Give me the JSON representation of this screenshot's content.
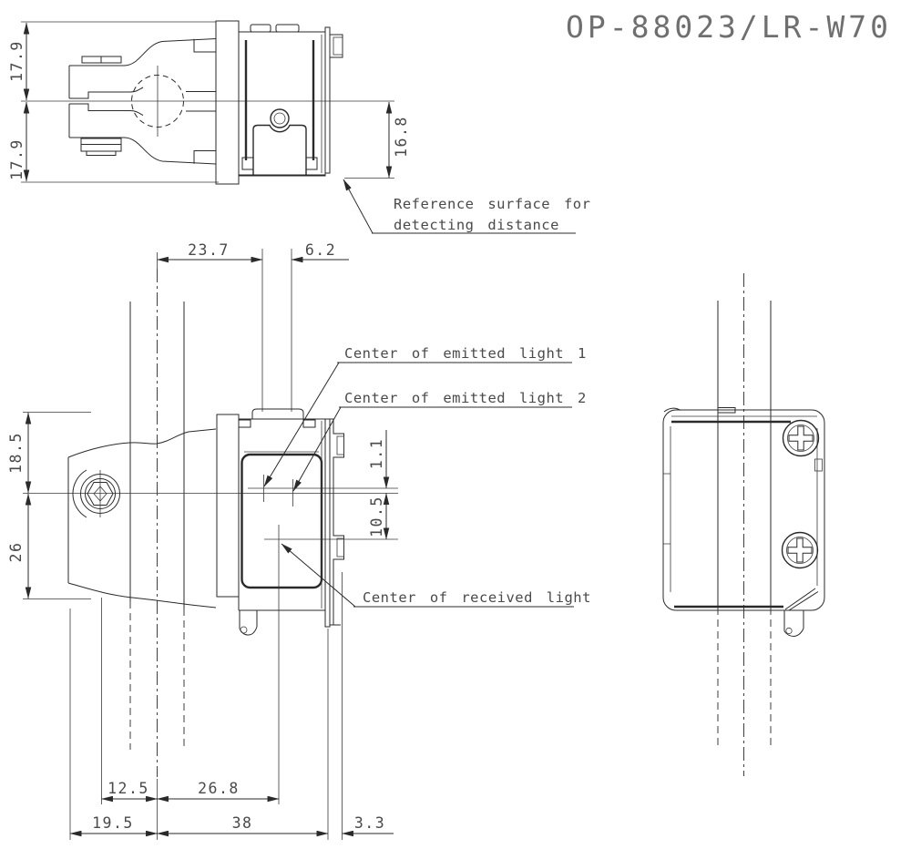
{
  "title": "OP-88023/LR-W70",
  "annotations": {
    "reference_surface_line1": "Reference surface for",
    "reference_surface_line2": "detecting distance",
    "emitted_light_1": "Center of emitted light 1",
    "emitted_light_2": "Center of emitted light 2",
    "received_light": "Center of received light"
  },
  "dimensions": {
    "top_view": {
      "upper_half": "17.9",
      "lower_half": "17.9",
      "body_height": "16.8"
    },
    "front_view": {
      "emitter1_x": "23.7",
      "emitter_spacing": "6.2",
      "upper_height": "18.5",
      "lower_height": "26",
      "beam_offset": "1.1",
      "receiver_offset": "10.5",
      "screw_to_pole": "12.5",
      "pole_to_receiver": "26.8",
      "edge_to_pole": "19.5",
      "pole_to_rear": "38",
      "rear_offset": "3.3"
    }
  },
  "drawing": {
    "line_color": "#2a2a2a",
    "text_color": "#4a4a4a",
    "background": "#ffffff"
  }
}
